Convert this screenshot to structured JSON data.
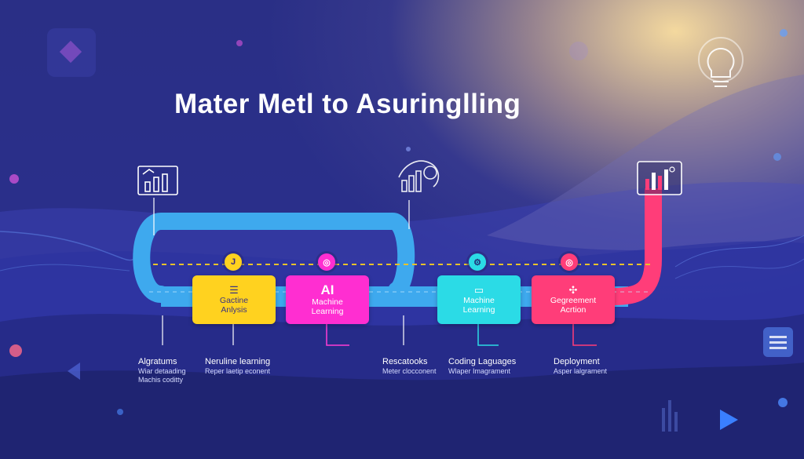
{
  "title": "Mater Metl to Asuringlling",
  "cards": [
    {
      "icon": "☰",
      "line1": "Gactine",
      "line2": "Anlysis"
    },
    {
      "icon": "",
      "line1": "AI",
      "line2": "Machine",
      "line3": "Learning"
    },
    {
      "icon": "▭",
      "line1": "Machine",
      "line2": "Learning"
    },
    {
      "icon": "✣",
      "line1": "Gegreement",
      "line2": "Acrtion"
    }
  ],
  "nodes": [
    "J",
    "◎",
    "⚙",
    "◎"
  ],
  "labels": [
    {
      "heading": "Algratums",
      "sub1": "Wiar detaading",
      "sub2": "Machis coditty"
    },
    {
      "heading": "Neruline learning",
      "sub1": "Reper laetip econent"
    },
    {
      "heading": "Rescatooks",
      "sub1": "Meter clocconent"
    },
    {
      "heading": "Coding Laguages",
      "sub1": "Wlaper Imagrament"
    },
    {
      "heading": "Deployment",
      "sub1": "Asper lalgrament"
    }
  ],
  "colors": {
    "track": "#3ea9ee",
    "accent_pink": "#ff3d79",
    "card_yellow": "#ffd21f",
    "card_magenta": "#ff2ed1",
    "card_cyan": "#2bdbe6",
    "card_pink": "#ff3d79",
    "dash": "#e8c22a"
  },
  "icons": [
    "diamond-icon",
    "bar-chart-icon",
    "analytics-icon",
    "chart-panel-icon",
    "lightbulb-icon",
    "list-panel-icon",
    "play-icon"
  ]
}
